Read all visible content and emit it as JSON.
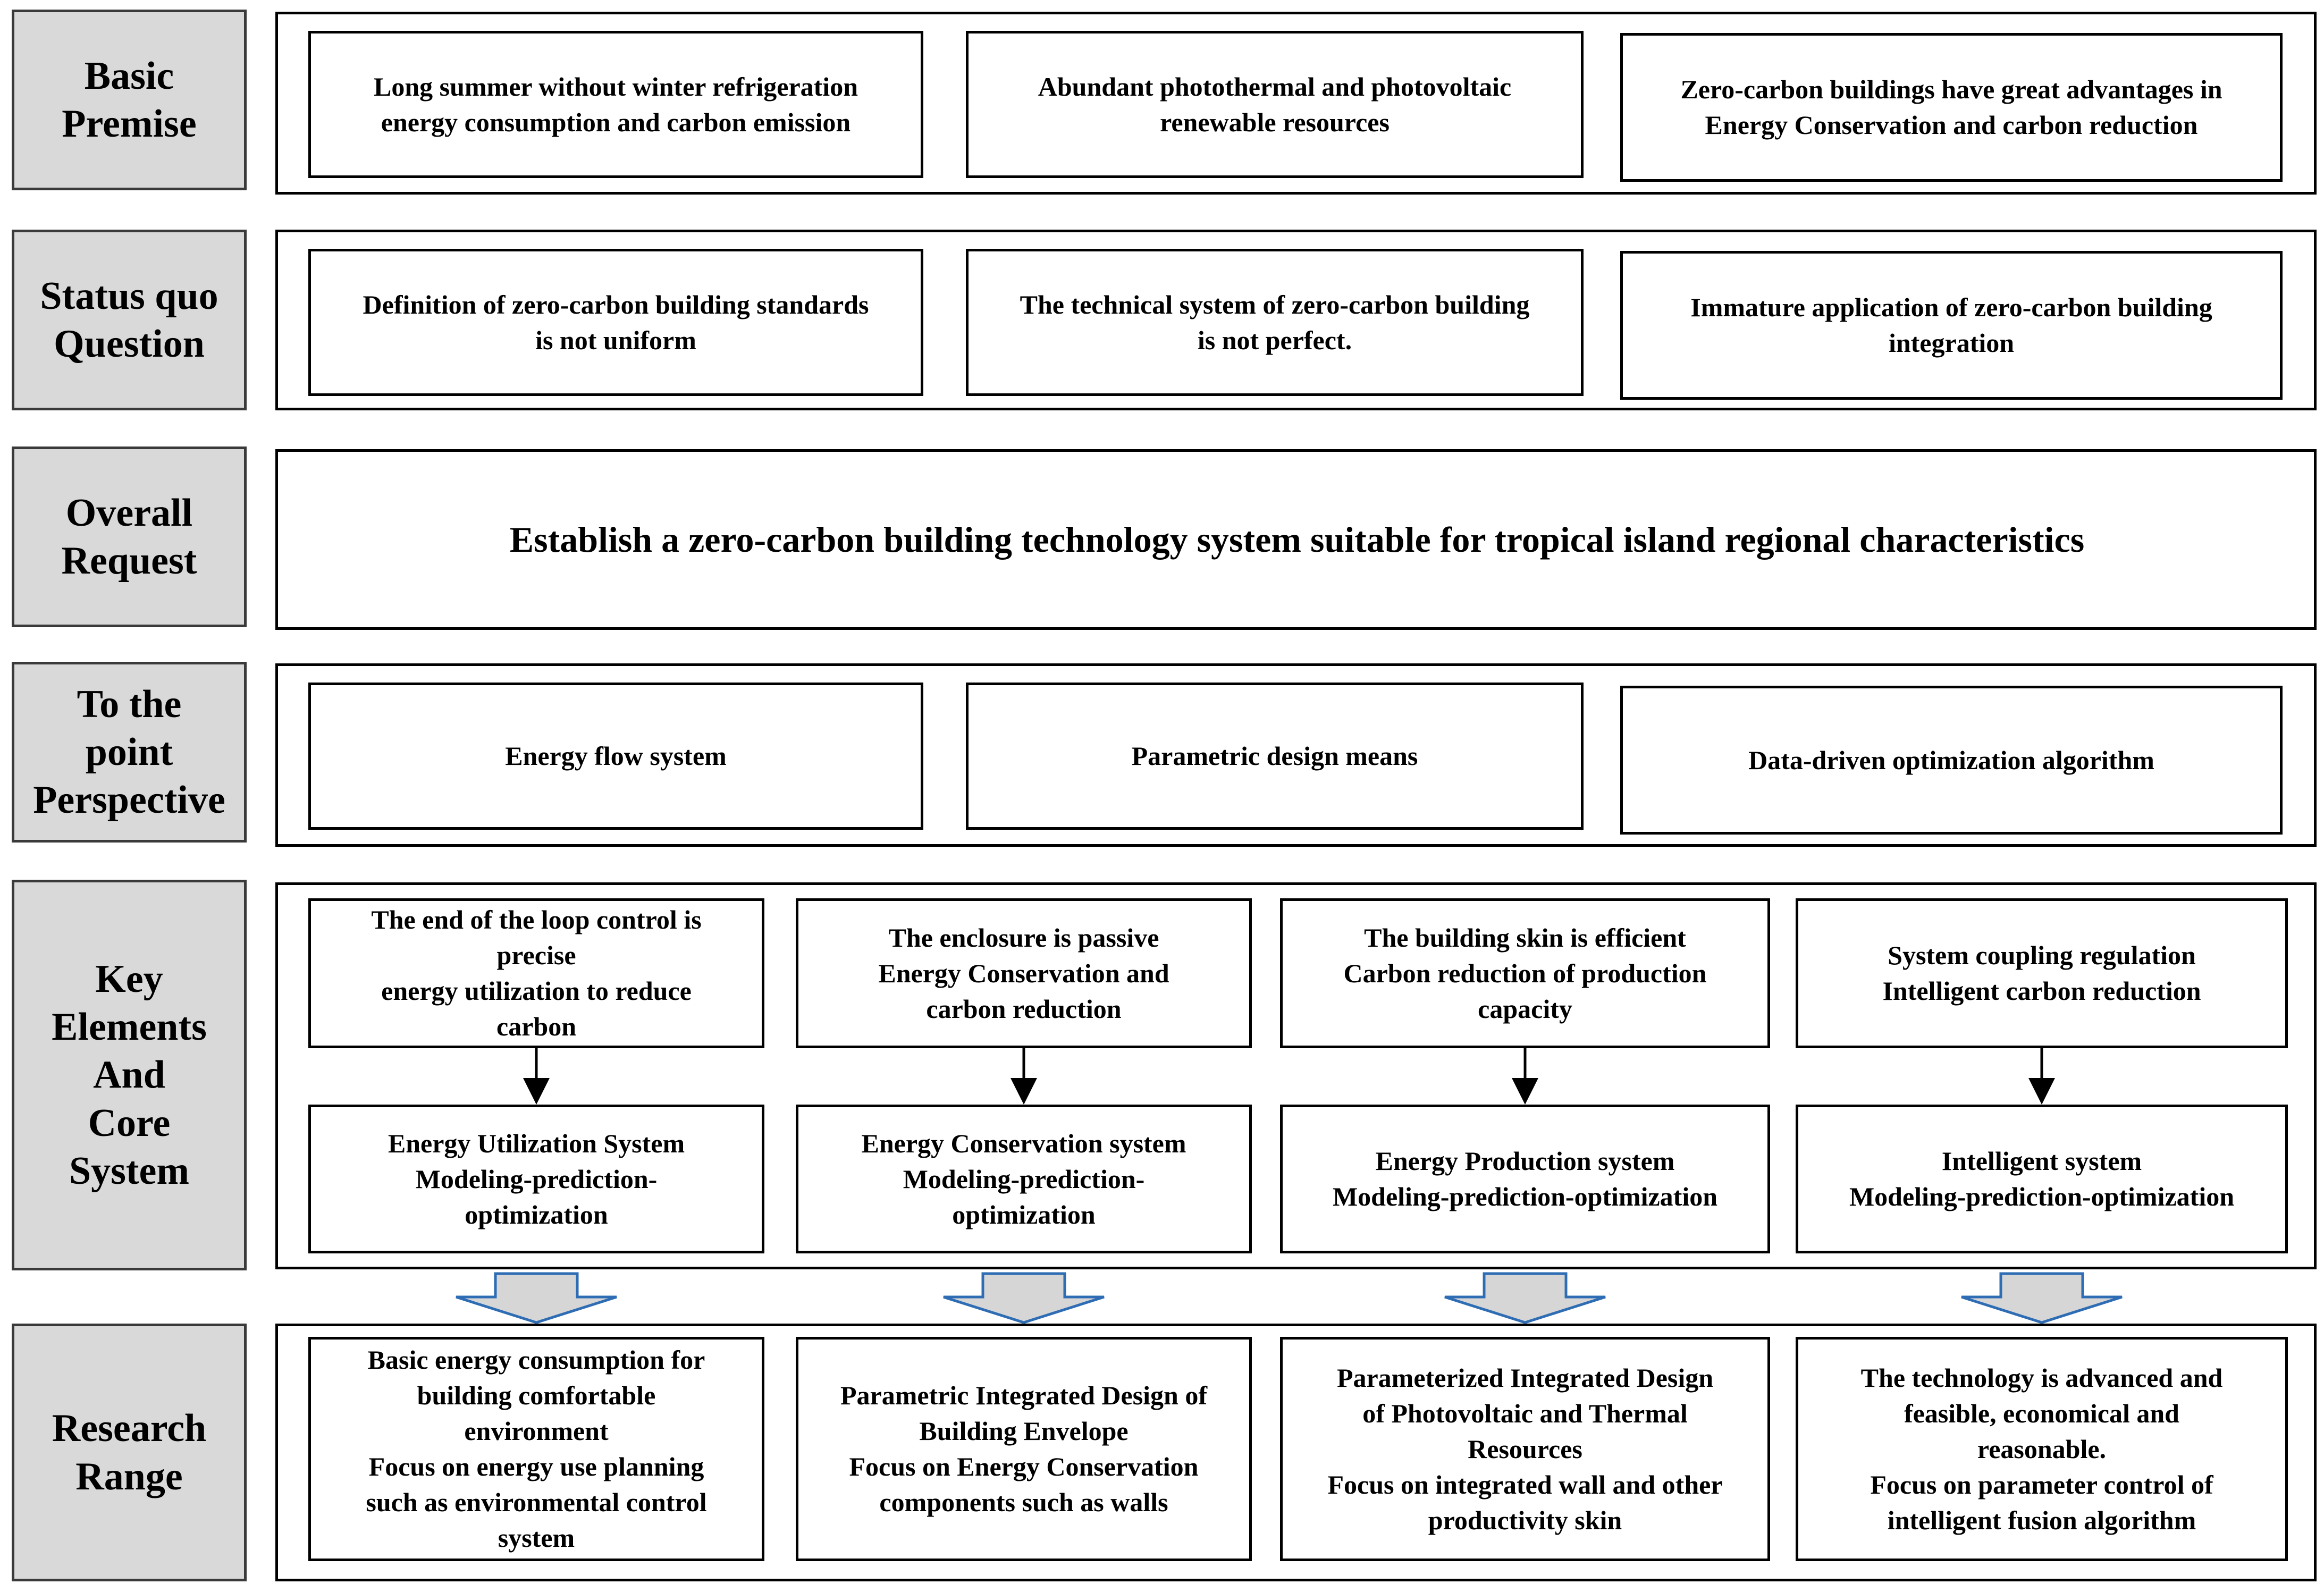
{
  "rows": [
    {
      "label": "Basic\nPremise",
      "items": [
        "Long summer without winter refrigeration\nenergy consumption and carbon emission",
        "Abundant photothermal and photovoltaic\nrenewable resources",
        "Zero-carbon buildings have great advantages in\nEnergy Conservation and carbon reduction"
      ]
    },
    {
      "label": "Status quo\nQuestion",
      "items": [
        "Definition of zero-carbon building standards\nis not uniform",
        "The technical system of zero-carbon building\nis not perfect.",
        "Immature application of zero-carbon building\nintegration"
      ]
    },
    {
      "label": "Overall\nRequest",
      "text": "Establish a zero-carbon building technology system suitable for tropical island regional characteristics"
    },
    {
      "label": "To the\npoint\nPerspective",
      "items": [
        "Energy flow system",
        "Parametric design means",
        "Data-driven optimization algorithm"
      ]
    },
    {
      "label": "Key\nElements\nAnd\nCore\nSystem",
      "top": [
        "The end of the loop control is\nprecise\nenergy utilization to reduce\ncarbon",
        "The enclosure is passive\nEnergy Conservation and\ncarbon reduction",
        "The building skin is efficient\nCarbon reduction of production\ncapacity",
        "System coupling regulation\nIntelligent carbon reduction"
      ],
      "bottom": [
        "Energy Utilization System\nModeling-prediction-\noptimization",
        "Energy Conservation system\nModeling-prediction-\noptimization",
        "Energy Production system\nModeling-prediction-optimization",
        "Intelligent system\nModeling-prediction-optimization"
      ]
    },
    {
      "label": "Research\nRange",
      "items": [
        "Basic energy consumption for\nbuilding comfortable\nenvironment\nFocus on energy use planning\nsuch as environmental control\nsystem",
        "Parametric Integrated Design of\nBuilding Envelope\nFocus on Energy Conservation\ncomponents such as walls",
        "Parameterized Integrated Design\nof Photovoltaic and Thermal\nResources\nFocus on integrated wall and other\nproductivity skin",
        "The technology is advanced and\nfeasible, economical and\nreasonable.\nFocus on parameter control of\nintelligent fusion algorithm"
      ]
    }
  ],
  "colors": {
    "label_bg": "#d9d9d9",
    "arrow_fill": "#d6d6d6",
    "arrow_stroke": "#2e6db4"
  }
}
